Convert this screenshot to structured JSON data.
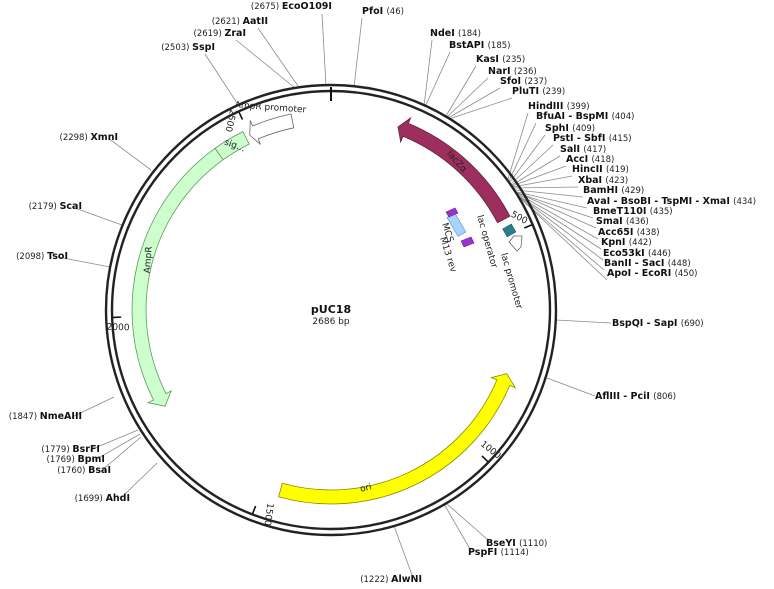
{
  "plasmid": {
    "name": "pUC18",
    "length_label": "2686 bp",
    "length": 2686
  },
  "ticks": [
    {
      "label": "500",
      "pos": 500
    },
    {
      "label": "1000",
      "pos": 1000
    },
    {
      "label": "1500",
      "pos": 1500
    },
    {
      "label": "2000",
      "pos": 2000
    },
    {
      "label": "2500",
      "pos": 2500
    }
  ],
  "features": {
    "lacZa": {
      "label": "lacZα",
      "color": "#9c2f5e"
    },
    "ori": {
      "label": "ori",
      "color": "#ffff00"
    },
    "AmpR": {
      "label": "AmpR",
      "color": "#ccffcc"
    },
    "sig": {
      "label": "sig...",
      "color": "#ccffcc"
    },
    "AmpR_promoter": {
      "label": "AmpR promoter",
      "color": "#ffffff"
    },
    "lac_promoter": {
      "label": "lac promoter",
      "color": "#ffffff"
    },
    "lac_operator": {
      "label": "lac operator",
      "color": "#2a7f8f"
    },
    "MCS": {
      "label": "MCS",
      "color": "#a6d4ff"
    },
    "M13_rev": {
      "label": "M13 rev",
      "color": "#9933cc"
    }
  },
  "sites": [
    {
      "name": "PfoI",
      "pos": "(46)"
    },
    {
      "name": "EcoO109I",
      "pos": "(2675)"
    },
    {
      "name": "AatII",
      "pos": "(2621)"
    },
    {
      "name": "ZraI",
      "pos": "(2619)"
    },
    {
      "name": "SspI",
      "pos": "(2503)"
    },
    {
      "name": "XmnI",
      "pos": "(2298)"
    },
    {
      "name": "ScaI",
      "pos": "(2179)"
    },
    {
      "name": "TsoI",
      "pos": "(2098)"
    },
    {
      "name": "NmeAIII",
      "pos": "(1847)"
    },
    {
      "name": "BsrFI",
      "pos": "(1779)"
    },
    {
      "name": "BpmI",
      "pos": "(1769)"
    },
    {
      "name": "BsaI",
      "pos": "(1760)"
    },
    {
      "name": "AhdI",
      "pos": "(1699)"
    },
    {
      "name": "AlwNI",
      "pos": "(1222)"
    },
    {
      "name": "BseYI",
      "pos": "(1110)"
    },
    {
      "name": "PspFI",
      "pos": "(1114)"
    },
    {
      "name": "AflIII - PciI",
      "pos": "(806)"
    },
    {
      "name": "BspQI - SapI",
      "pos": "(690)"
    },
    {
      "name": "NdeI",
      "pos": "(184)"
    },
    {
      "name": "BstAPI",
      "pos": "(185)"
    },
    {
      "name": "KasI",
      "pos": "(235)"
    },
    {
      "name": "NarI",
      "pos": "(236)"
    },
    {
      "name": "SfoI",
      "pos": "(237)"
    },
    {
      "name": "PluTI",
      "pos": "(239)"
    },
    {
      "name": "HindIII",
      "pos": "(399)"
    },
    {
      "name": "BfuAI - BspMI",
      "pos": "(404)"
    },
    {
      "name": "SphI",
      "pos": "(409)"
    },
    {
      "name": "PstI - SbfI",
      "pos": "(415)"
    },
    {
      "name": "SalI",
      "pos": "(417)"
    },
    {
      "name": "AccI",
      "pos": "(418)"
    },
    {
      "name": "HincII",
      "pos": "(419)"
    },
    {
      "name": "XbaI",
      "pos": "(423)"
    },
    {
      "name": "BamHI",
      "pos": "(429)"
    },
    {
      "name": "AvaI - BsoBI - TspMI - XmaI",
      "pos": "(434)"
    },
    {
      "name": "BmeT110I",
      "pos": "(435)"
    },
    {
      "name": "SmaI",
      "pos": "(436)"
    },
    {
      "name": "Acc65I",
      "pos": "(438)"
    },
    {
      "name": "KpnI",
      "pos": "(442)"
    },
    {
      "name": "Eco53kI",
      "pos": "(446)"
    },
    {
      "name": "BanII - SacI",
      "pos": "(448)"
    },
    {
      "name": "ApoI - EcoRI",
      "pos": "(450)"
    }
  ]
}
